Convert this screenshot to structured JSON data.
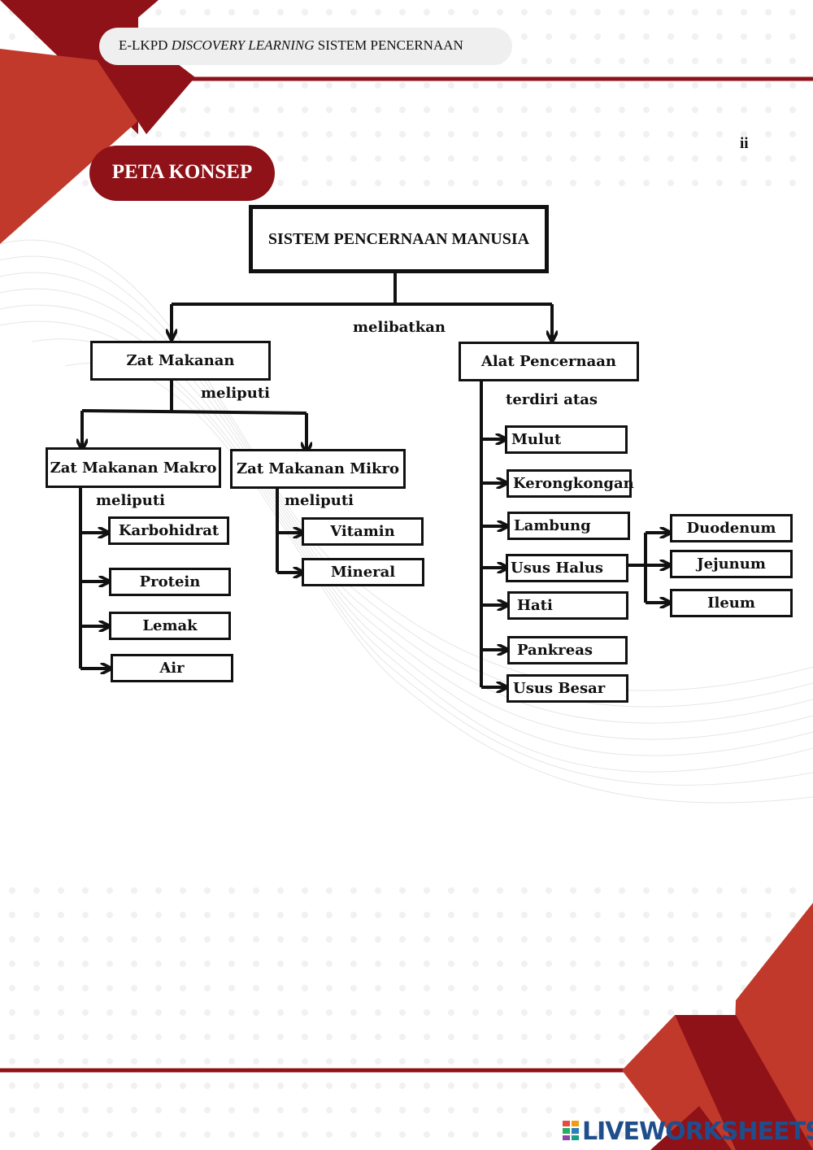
{
  "header": {
    "prefix": "E-LKPD ",
    "italic": "DISCOVERY LEARNING",
    "suffix": " SISTEM PENCERNAAN"
  },
  "page_number": "ii",
  "section_title": "PETA KONSEP",
  "colors": {
    "maroon": "#8e1218",
    "red": "#c0392b",
    "line": "#111111"
  },
  "concept_map": {
    "root": "SISTEM PENCERNAAN MANUSIA",
    "root_link": "melibatkan",
    "food": {
      "label": "Zat Makanan",
      "link": "meliputi",
      "macro": {
        "label": "Zat Makanan Makro",
        "link": "meliputi",
        "items": [
          "Karbohidrat",
          "Protein",
          "Lemak",
          "Air"
        ]
      },
      "micro": {
        "label": "Zat Makanan Mikro",
        "link": "meliputi",
        "items": [
          "Vitamin",
          "Mineral"
        ]
      }
    },
    "organs": {
      "label": "Alat Pencernaan",
      "link": "terdiri atas",
      "items": [
        "Mulut",
        "Kerongkongan",
        "Lambung",
        "Usus Halus",
        "Hati",
        "Pankreas",
        "Usus Besar"
      ],
      "small_intestine_parts": [
        "Duodenum",
        "Jejunum",
        "Ileum"
      ]
    }
  },
  "watermark": "LIVEWORKSHEETS"
}
